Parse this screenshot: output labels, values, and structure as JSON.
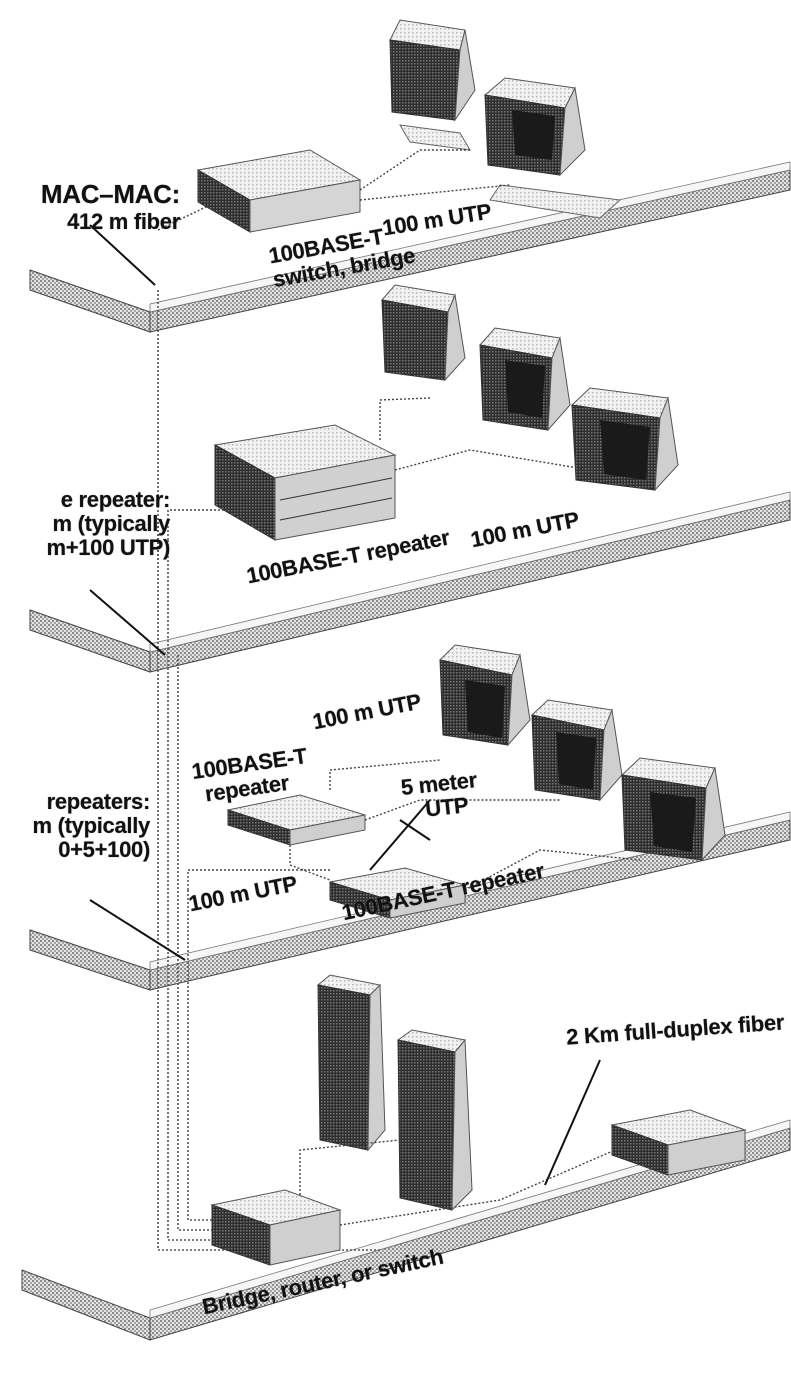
{
  "floor1": {
    "mac_mac_line1": "MAC–MAC:",
    "mac_mac_line2": "412 m fiber",
    "switch_line1": "100BASE-T",
    "switch_line2": "switch, bridge",
    "utp": "100 m UTP"
  },
  "floor2": {
    "repeater_line1": "e repeater:",
    "repeater_line2": "m (typically",
    "repeater_line3": "m+100 UTP)",
    "device": "100BASE-T repeater",
    "utp": "100 m UTP"
  },
  "floor3": {
    "repeaters_line1": "repeaters:",
    "repeaters_line2": "m (typically",
    "repeaters_line3": "0+5+100)",
    "utp_top": "100 m UTP",
    "repeater_a_line1": "100BASE-T",
    "repeater_a_line2": "repeater",
    "five_meter_line1": "5 meter",
    "five_meter_line2": "UTP",
    "utp_left": "100 m UTP",
    "repeater_b": "100BASE-T repeater"
  },
  "floor4": {
    "fiber": "2 Km full-duplex fiber",
    "bridge": "Bridge, router, or switch"
  },
  "palette": {
    "ink": "#111111",
    "floor_fill": "#bdbdbd",
    "device_dark": "#3a3a3a",
    "device_light": "#d9d9d9",
    "screen": "#222222"
  }
}
